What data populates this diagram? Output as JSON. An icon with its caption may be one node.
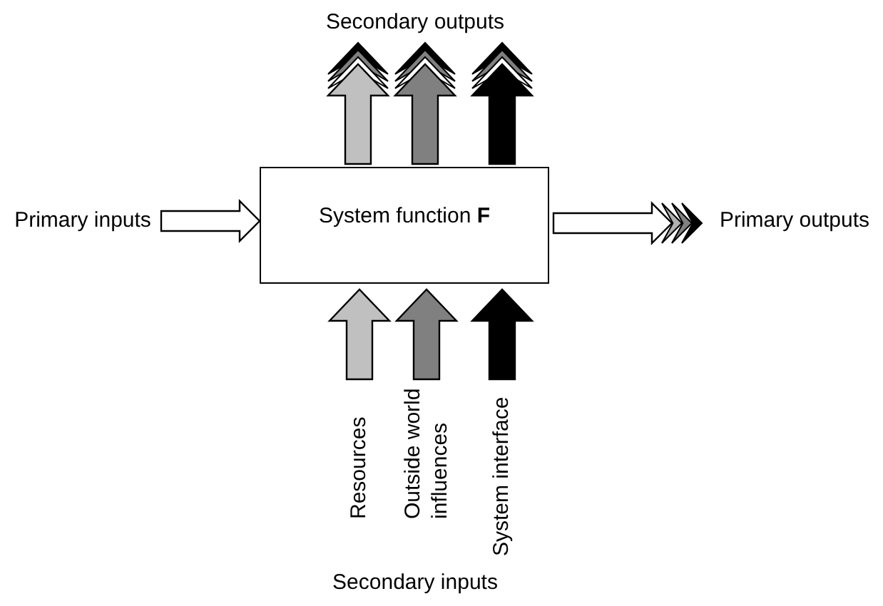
{
  "diagram": {
    "nodes": [
      {
        "text": [
          "Primary inputs"
        ]
      },
      {
        "text": [
          "System function **F**"
        ]
      },
      {
        "text": [
          "Primary outputs"
        ]
      },
      {
        "text": [
          "Resources"
        ]
      },
      {
        "text": [
          "Outside world influences"
        ]
      },
      {
        "text": [
          "System interface"
        ]
      },
      {
        "text": [
          "Secondary outputs"
        ]
      }
    ],
    "edges": [
      {
        "from": 0,
        "to": 1,
        "arrow": "to"
      },
      {
        "from": 1,
        "to": 2,
        "arrow": "to"
      },
      {
        "from": 1,
        "to": 6,
        "arrow": "to",
        "color": "#c0c0c0"
      },
      {
        "from": 1,
        "to": 6,
        "arrow": "to",
        "color": "#808080"
      },
      {
        "from": 1,
        "to": 6,
        "arrow": "to",
        "color": "#000000"
      },
      {
        "from": 3,
        "to": 1,
        "arrow": "to",
        "color": "#c0c0c0"
      },
      {
        "from": 4,
        "to": 1,
        "arrow": "to",
        "color": "#808080"
      },
      {
        "from": 5,
        "to": 1,
        "arrow": "to",
        "color": "#000000"
      }
    ],
    "labels": [
      "Secondary inputs"
    ]
  }
}
